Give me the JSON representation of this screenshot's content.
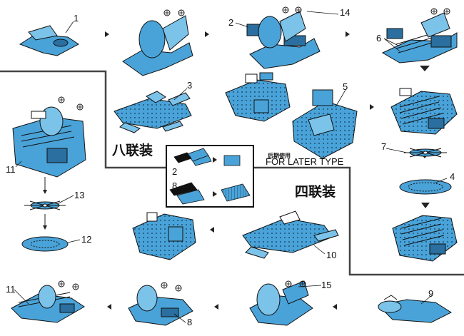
{
  "steps": {
    "s1": "1",
    "s2": "2",
    "s3": "3",
    "s4": "4",
    "s5": "5",
    "s6": "6",
    "s7": "7",
    "s8": "8",
    "s9": "9",
    "s10": "10",
    "s11": "11",
    "s12": "12",
    "s13": "13",
    "s14": "14",
    "s15": "15"
  },
  "labels": {
    "eight_unit": "八联装",
    "four_unit": "四联装",
    "later_cn": "后期使用",
    "later_en": "FOR LATER TYPE",
    "inset_2": "2",
    "inset_8": "8"
  },
  "colors": {
    "part_fill": "#4aa3d8",
    "part_light": "#7cc3ea",
    "part_dark": "#2a6f9f",
    "outline": "#111111",
    "divider": "#444444"
  }
}
